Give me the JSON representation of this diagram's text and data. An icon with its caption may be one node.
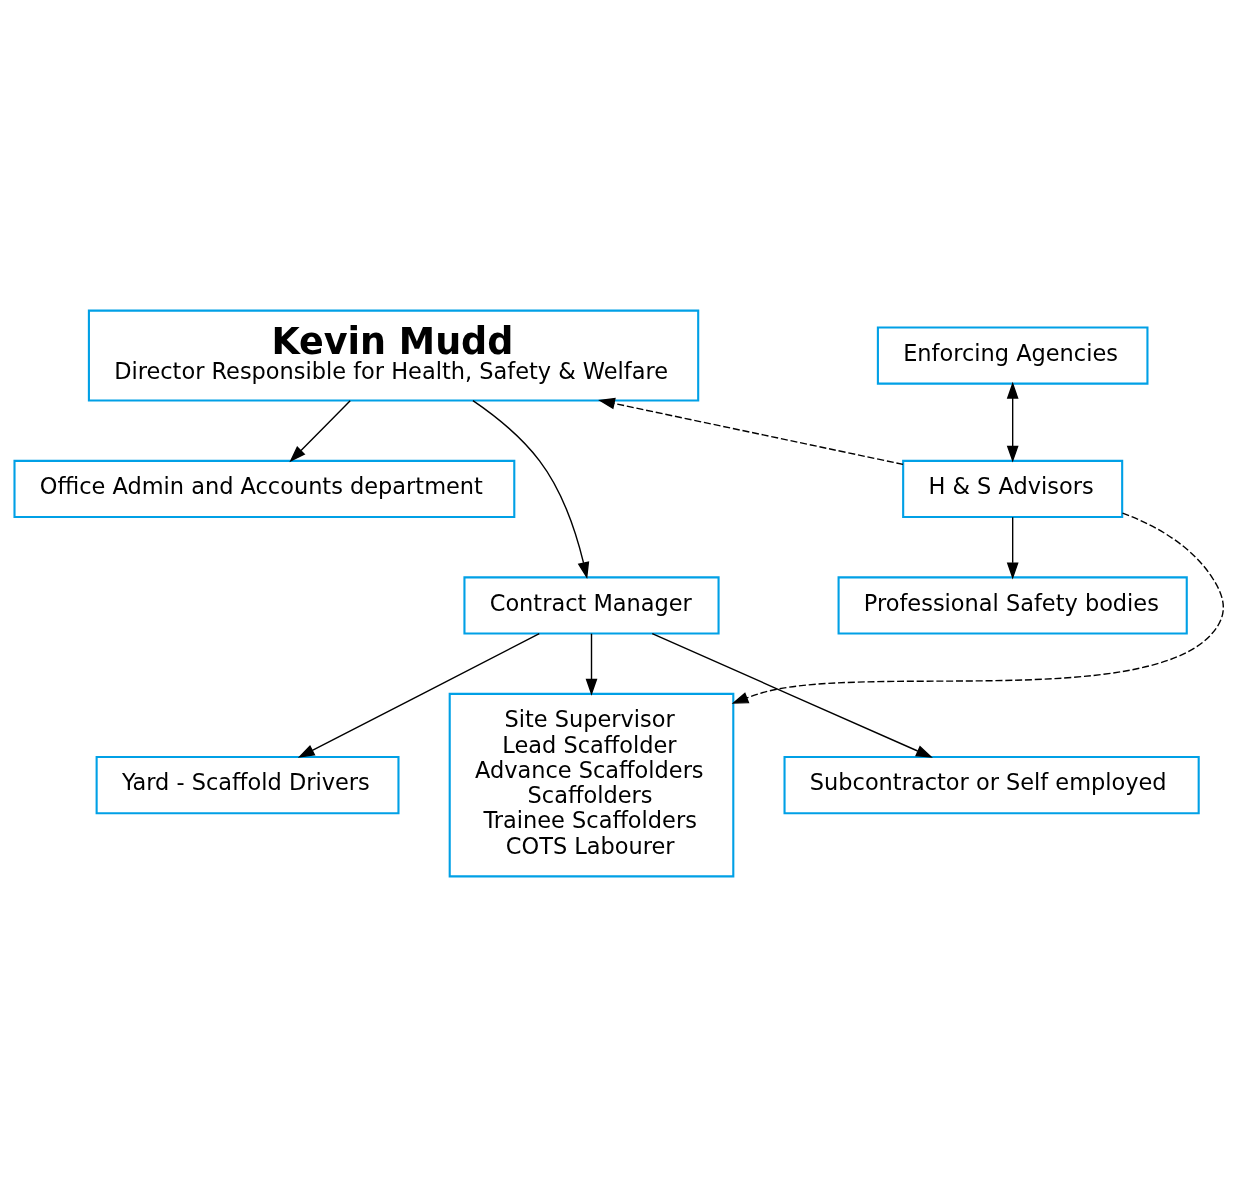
{
  "diagram": {
    "nodes": [
      {
        "text": [
          "Kevin Mudd",
          "Director Responsible for Health, Safety & Welfare"
        ]
      },
      {
        "text": [
          "Enforcing Agencies"
        ]
      },
      {
        "text": [
          "Office Admin and Accounts department"
        ]
      },
      {
        "text": [
          "H & S Advisors"
        ]
      },
      {
        "text": [
          "Contract Manager"
        ]
      },
      {
        "text": [
          "Professional Safety bodies"
        ]
      },
      {
        "text": [
          "Yard - Scaffold Drivers"
        ]
      },
      {
        "text": [
          "Site Supervisor",
          "Lead Scaffolder",
          "Advance Scaffolders",
          "Scaffolders",
          "Trainee Scaffolders",
          "COTS Labourer"
        ]
      },
      {
        "text": [
          "Subcontractor or Self employed"
        ]
      }
    ],
    "edges": [
      {
        "from": 0,
        "to": 2,
        "arrow": "to"
      },
      {
        "from": 0,
        "to": 4,
        "arrow": "to"
      },
      {
        "from": 1,
        "to": 3,
        "arrow": "both"
      },
      {
        "from": 3,
        "to": 5,
        "arrow": "to"
      },
      {
        "from": 4,
        "to": 6,
        "arrow": "to"
      },
      {
        "from": 4,
        "to": 7,
        "arrow": "to"
      },
      {
        "from": 4,
        "to": 8,
        "arrow": "to"
      },
      {
        "from": 3,
        "to": 0,
        "arrow": "to",
        "style": "dashed"
      },
      {
        "from": 3,
        "to": 7,
        "arrow": "to",
        "style": "dashed"
      }
    ]
  }
}
